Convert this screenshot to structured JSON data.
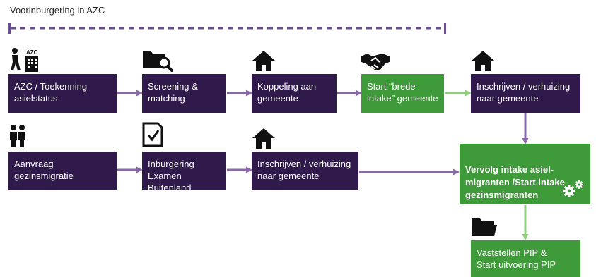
{
  "title": "Voorinburgering in AZC",
  "colors": {
    "box_purple": "#2f1a4b",
    "box_green": "#3f9a3a",
    "arrow_purple": "#8a68a8",
    "arrow_green": "#8fd07e",
    "bracket": "#6a4c92"
  },
  "icons": {
    "azc_person_building": "AZC",
    "folder_search": "folder-search-icon",
    "house": "house-icon",
    "handshake": "handshake-icon",
    "people": "people-icon",
    "checklist": "checklist-icon",
    "gears": "gears-icon",
    "folder": "folder-icon"
  },
  "boxes": {
    "azc": "AZC / Toekenning\nasielstatus",
    "screening": "Screening &\nmatching",
    "koppeling": "Koppeling aan\ngemeente",
    "brede_intake": "Start “brede\nintake” gemeente",
    "inschrijven1": "Inschrijven / verhuizing\nnaar gemeente",
    "aanvraag": "Aanvraag\ngezinsmigratie",
    "inburgering": "Inburgering\nExamen Buitenland",
    "inschrijven2": "Inschrijven / verhuizing\nnaar gemeente",
    "vervolg": "Vervolg intake asiel-\nmigranten /Start intake\ngezinsmigranten",
    "vaststellen": "Vaststellen PIP &\nStart uitvoering PIP"
  }
}
